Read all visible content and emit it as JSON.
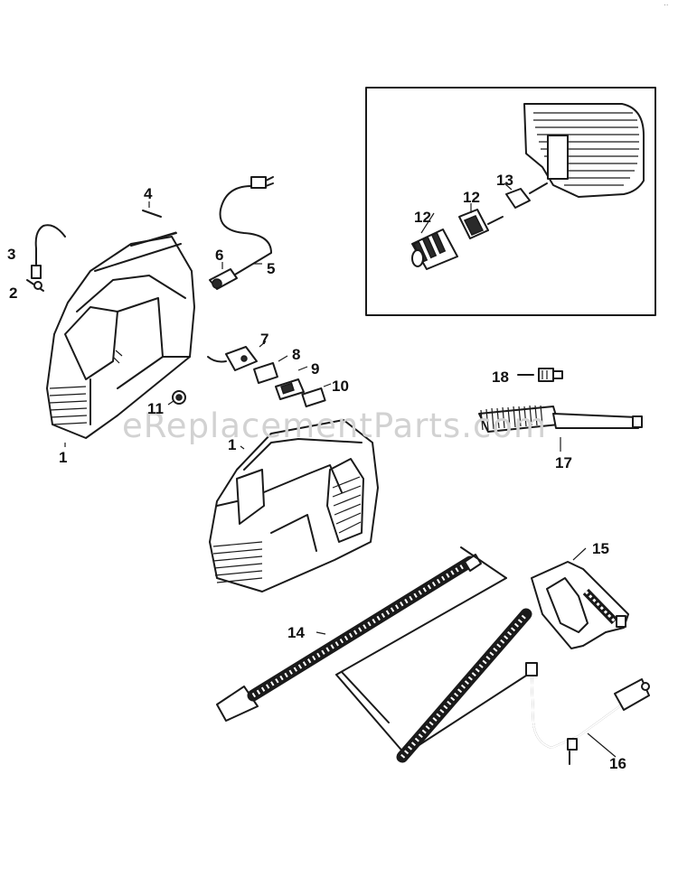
{
  "watermark": "eReplacementParts.com",
  "corner_mark": "..",
  "callouts": {
    "p1": "1",
    "p1b": "1",
    "p2": "2",
    "p3": "3",
    "p4": "4",
    "p5": "5",
    "p6": "6",
    "p7": "7",
    "p8": "8",
    "p9": "9",
    "p10": "10",
    "p11": "11",
    "p12": "12",
    "p12b": "12",
    "p13": "13",
    "p14": "14",
    "p15": "15",
    "p16": "16",
    "p17": "17",
    "p18": "18"
  }
}
